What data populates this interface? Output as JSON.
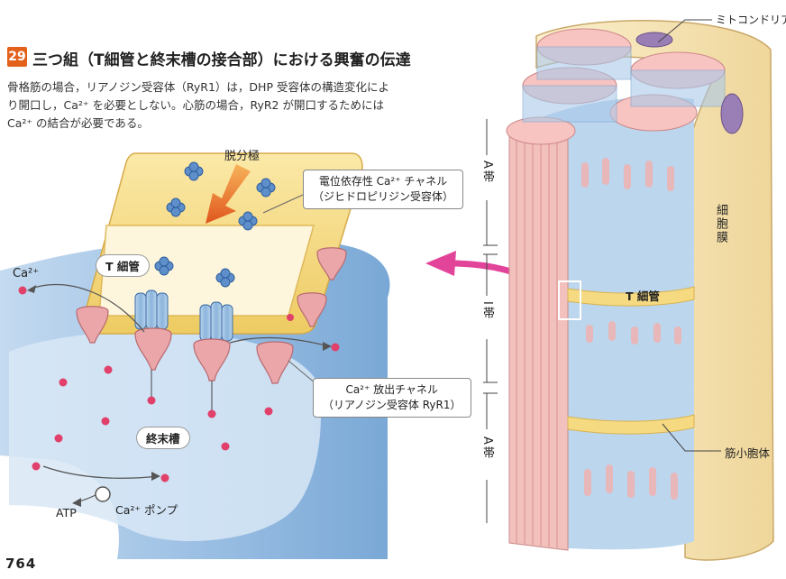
{
  "header": {
    "number": "29",
    "title": "三つ組（T細管と終末槽の接合部）における興奮の伝達",
    "description_lines": [
      "骨格筋の場合，リアノジン受容体（RyR1）は，DHP 受容体の構造変化によ",
      "り開口し，Ca²⁺ を必要としない。心筋の場合，RyR2 が開口するためには",
      "Ca²⁺ の結合が必要である。"
    ]
  },
  "left_labels": {
    "depolarization": "脱分極",
    "dhp_receptor_line1": "電位依存性 Ca²⁺ チャネル",
    "dhp_receptor_line2": "（ジヒドロピリジン受容体）",
    "t_tubule": "T 細管",
    "ca": "Ca²⁺",
    "ryr_line1": "Ca²⁺ 放出チャネル",
    "ryr_line2": "（リアノジン受容体 RyR1）",
    "terminal_cisterna": "終末槽",
    "atp": "ATP",
    "ca_pump": "Ca²⁺ ポンプ"
  },
  "right_labels": {
    "mitochondria": "ミトコンドリア",
    "a_band_top": "A帯",
    "i_band": "I帯",
    "a_band_bottom": "A帯",
    "cell_membrane": "細胞膜",
    "t_tubule": "T 細管",
    "sarcoplasmic_reticulum": "筋小胞体"
  },
  "page_number": "764",
  "colors": {
    "badge": "#e2621b",
    "t_tubule_yellow": "#f3d77e",
    "cisterna_blue": "#a8c8e8",
    "ryr_pink": "#e8a0a4",
    "ca_dot": "#e0406a",
    "arrow_magenta": "#e2449a",
    "myofibril_pink": "#f0b6b6",
    "membrane_cream": "#f6e3b0"
  }
}
